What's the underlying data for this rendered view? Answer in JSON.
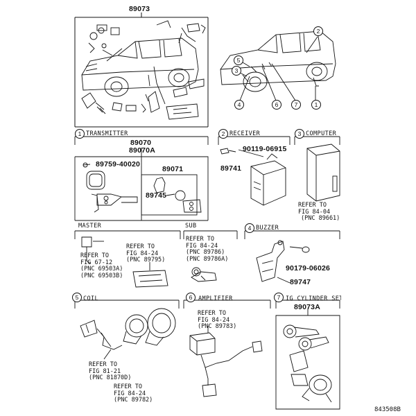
{
  "top": {
    "kit_part": "89073",
    "callouts": [
      "2",
      "5",
      "3",
      "4",
      "6",
      "7",
      "1"
    ]
  },
  "sections": {
    "transmitter": {
      "num": "1",
      "title": "TRANSMITTER",
      "part_a": "89070",
      "part_b": "89070A",
      "battery": "89759-40020",
      "case": "89071",
      "board": "89745"
    },
    "receiver": {
      "num": "2",
      "title": "RECEIVER",
      "screw": "90119-06915",
      "part": "89741"
    },
    "computer": {
      "num": "3",
      "title": "COMPUTER",
      "ref": [
        "REFER TO",
        "FIG 84-04",
        "(PNC 89661)"
      ]
    },
    "master": {
      "title": "MASTER",
      "ref": [
        "REFER TO",
        "FIG 67-12",
        "(PNC 69503A)",
        "(PNC 69503B)"
      ]
    },
    "card": {
      "ref": [
        "REFER TO",
        "FIG 84-24",
        "(PNC 89795)"
      ]
    },
    "sub": {
      "title": "SUB",
      "ref": [
        "REFER TO",
        "FIG 84-24",
        "(PNC 89786)",
        "(PNC 89786A)"
      ]
    },
    "buzzer": {
      "num": "4",
      "title": "BUZZER",
      "nut": "90179-06026",
      "part": "89747"
    },
    "coil": {
      "num": "5",
      "title": "COIL",
      "ref1": [
        "REFER TO",
        "FIG 81-21",
        "(PNC 81870D)"
      ],
      "ref2": [
        "REFER TO",
        "FIG 84-24",
        "(PNC 89782)"
      ]
    },
    "amplifier": {
      "num": "6",
      "title": "AMPLIFIER",
      "ref": [
        "REFER TO",
        "FIG 84-24",
        "(PNC 89783)"
      ]
    },
    "cylinder": {
      "num": "7",
      "title": "IG CYLINDER SET",
      "part": "89073A"
    }
  },
  "diagram_code": "843508B"
}
